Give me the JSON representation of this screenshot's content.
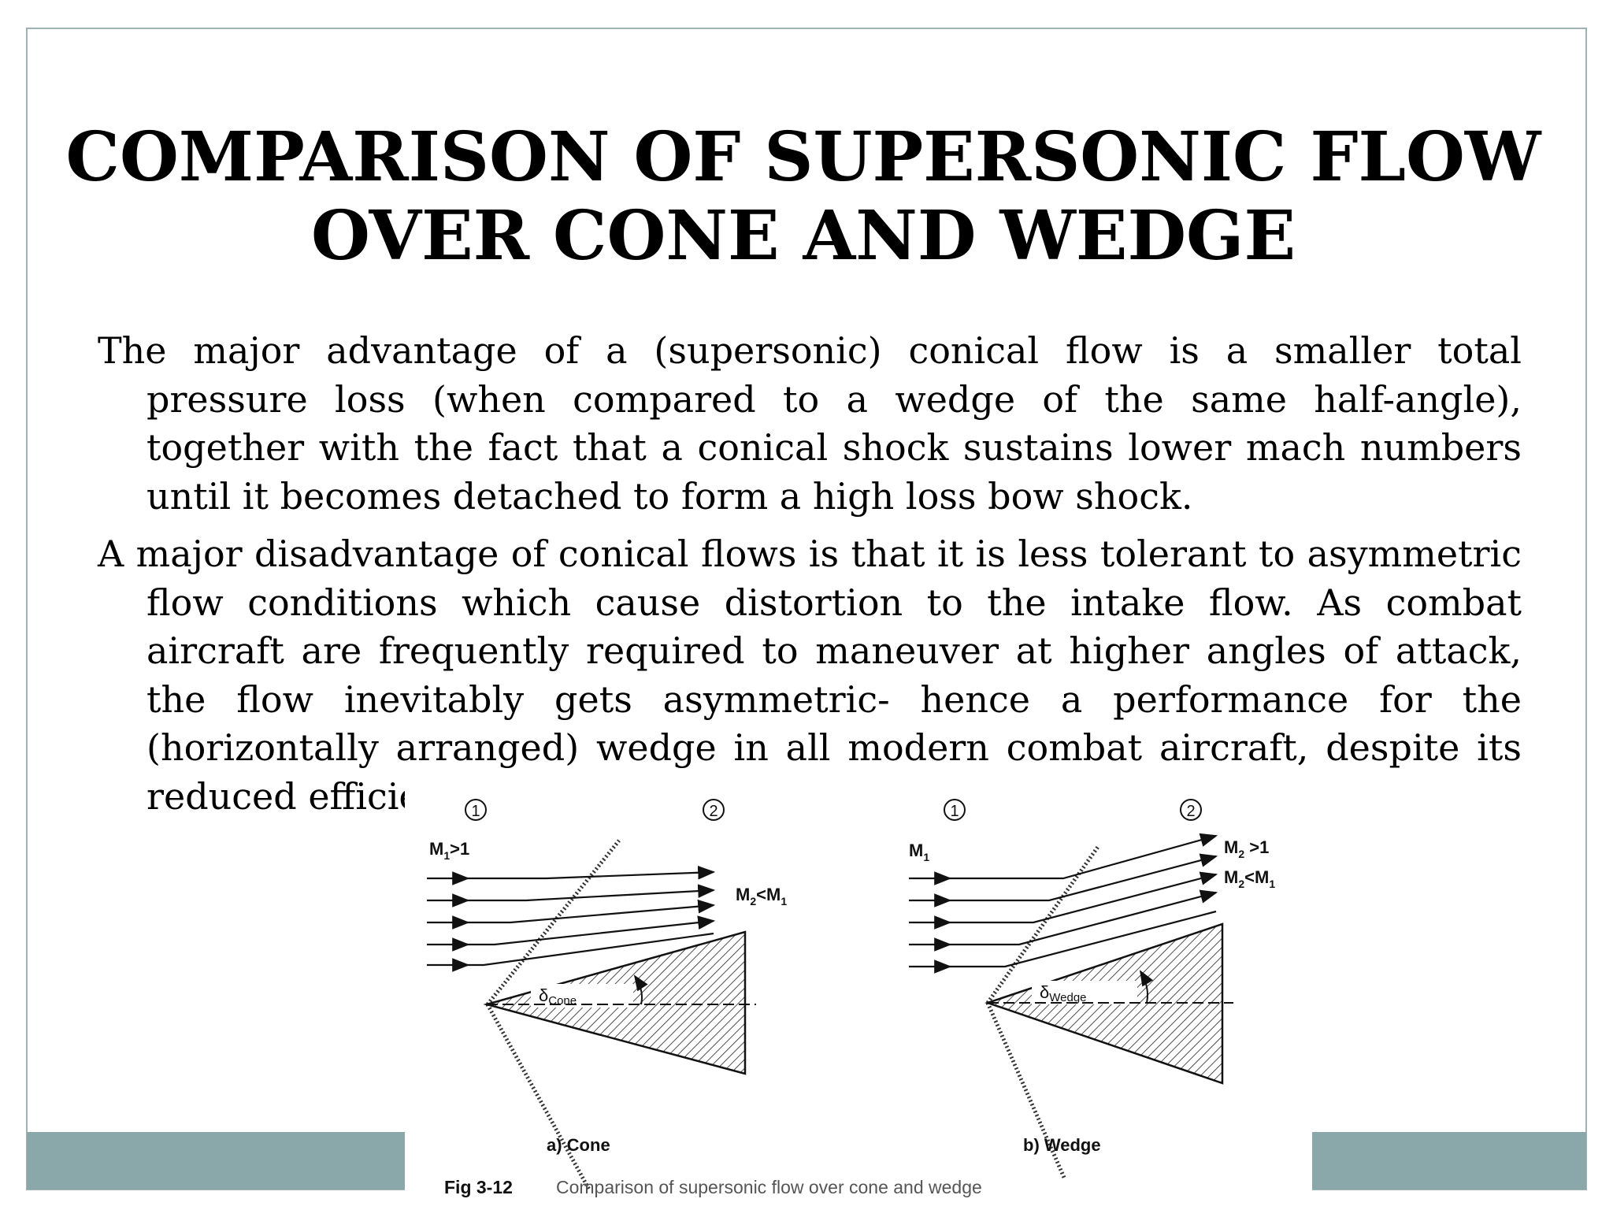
{
  "slide": {
    "title_line1": "COMPARISON OF SUPERSONIC FLOW",
    "title_line2": "OVER CONE AND WEDGE",
    "paragraphs": [
      "The major advantage of a (supersonic) conical flow is a smaller total pressure loss (when compared to a wedge of the same half-angle), together with the fact that a conical shock sustains lower mach numbers until it becomes detached to form a high loss bow shock.",
      "A major disadvantage of conical flows is that it is less tolerant to asymmetric flow conditions which cause distortion to the intake flow. As combat aircraft are frequently required to maneuver at higher angles of attack, the flow inevitably gets asymmetric- hence a performance for the (horizontally arranged) wedge in all modern combat aircraft, despite its reduced efficiency."
    ]
  },
  "figure": {
    "caption_number": "Fig 3-12",
    "caption_text": "Comparison of supersonic flow over cone and wedge",
    "cone": {
      "station1": "1",
      "station2": "2",
      "m1_label": "M",
      "m1_sub": "1",
      "m1_rel": ">1",
      "m2_label": "M",
      "m2_sub": "2",
      "m2_rel": "<M",
      "m2_rel_sub": "1",
      "delta_symbol": "δ",
      "delta_sub": "Cone",
      "panel_label": "a)  Cone"
    },
    "wedge": {
      "station1": "1",
      "station2": "2",
      "m1_label": "M",
      "m1_sub": "1",
      "m2a_label": "M",
      "m2a_sub": "2",
      "m2a_rel": " >1",
      "m2b_label": "M",
      "m2b_sub": "2",
      "m2b_rel": "<M",
      "m2b_rel_sub": "1",
      "delta_symbol": "δ",
      "delta_sub": "Wedge",
      "panel_label": "b)  Wedge"
    }
  }
}
